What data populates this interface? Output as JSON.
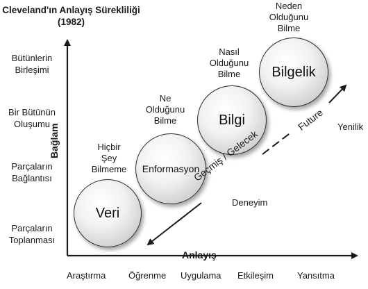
{
  "title": "Cleveland'ın Anlayış Sürekliliği\n(1982)",
  "axes": {
    "y_title": "Bağlam",
    "x_title": "Anlayış",
    "y_levels": [
      "Bütünlerin\nBirleşimi",
      "Bir Bütünün\nOluşumu",
      "Parçaların\nBağlantısı",
      "Parçaların\nToplanması"
    ],
    "x_levels": [
      "Araştırma",
      "Öğrenme",
      "Uygulama",
      "Etkileşim",
      "Yansıtma"
    ]
  },
  "stages": [
    {
      "label": "Veri",
      "caption": "Hiçbir\nŞey\nBilmeme"
    },
    {
      "label": "Enformasyon",
      "caption": "Ne\nOlduğunu\nBilme"
    },
    {
      "label": "Bilgi",
      "caption": "Nasıl\nOlduğunu\nBilme"
    },
    {
      "label": "Bilgelik",
      "caption": "Neden\nOlduğunu\nBilme"
    }
  ],
  "arrow": {
    "past_label": "Geçmiş / Gelecek",
    "future_label": "Future"
  },
  "annotations": {
    "novelty": "Yenilik",
    "experience": "Deneyim"
  }
}
